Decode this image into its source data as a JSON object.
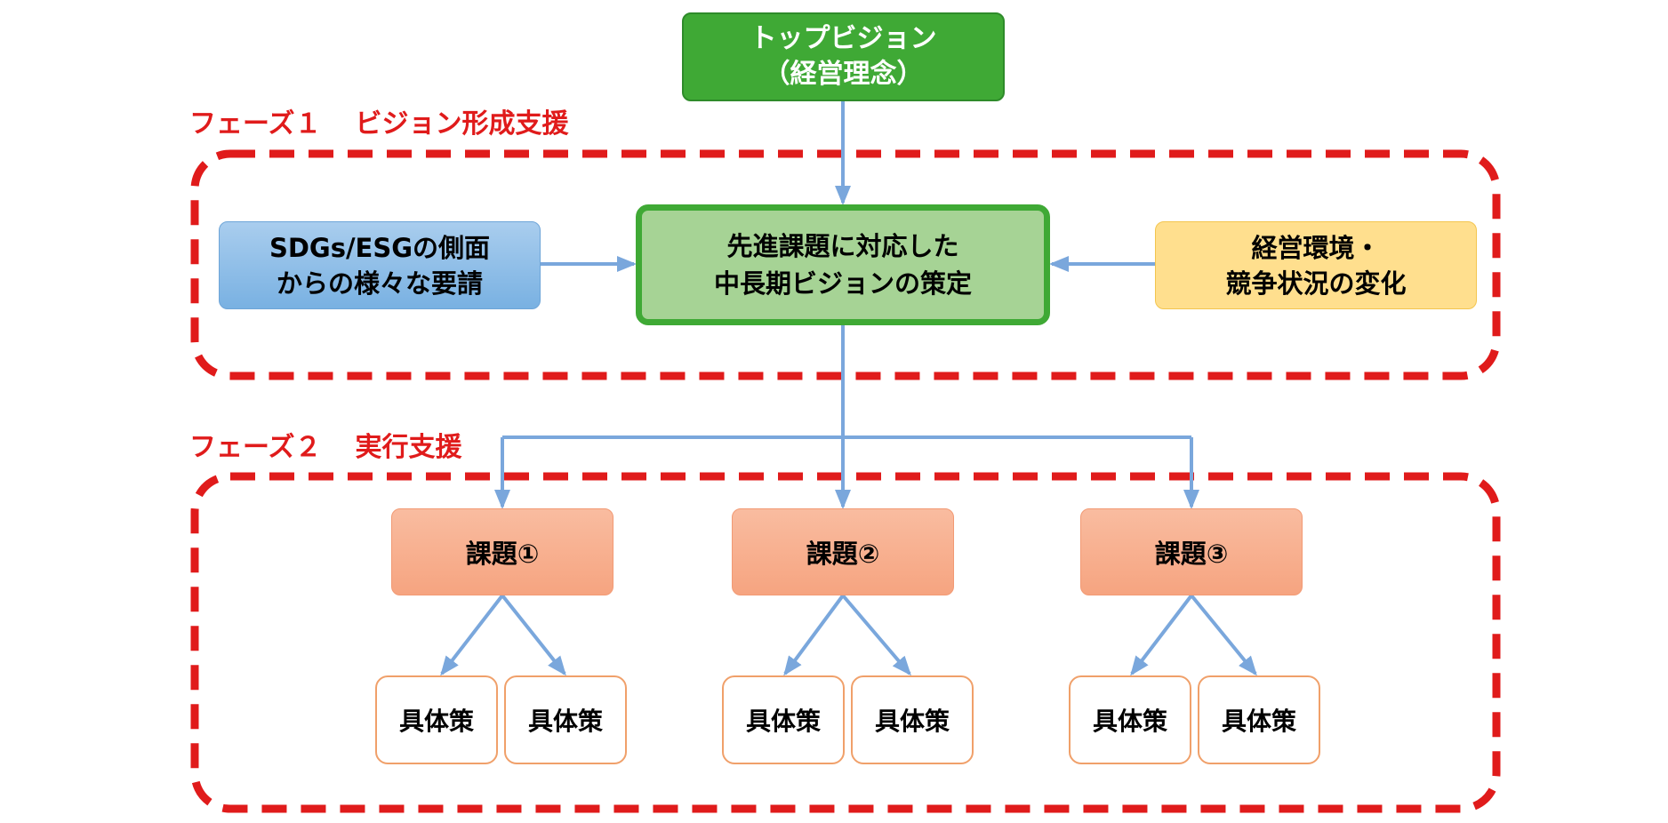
{
  "top_vision": {
    "line1": "トップビジョン",
    "line2": "（経営理念）"
  },
  "phase1": {
    "number": "フェーズ１",
    "title": "ビジョン形成支援"
  },
  "phase2": {
    "number": "フェーズ２",
    "title": "実行支援"
  },
  "sdgs": {
    "line1": "SDGs/ESGの側面",
    "line2": "からの様々な要請"
  },
  "vision_plan": {
    "line1": "先進課題に対応した",
    "line2": "中長期ビジョンの策定"
  },
  "environment": {
    "line1": "経営環境・",
    "line2": "競争状況の変化"
  },
  "issues": [
    "課題①",
    "課題②",
    "課題③"
  ],
  "measure_label": "具体策",
  "colors": {
    "phase_border": "#e01b1b",
    "arrow": "#7aa7dc",
    "top_box": "#3fa935",
    "vision_box": "#a6d395",
    "sdgs_box": "#79b1e2",
    "environment_box": "#ffdf8e",
    "issue_box": "#f6a480",
    "measure_border": "#f0a06a"
  }
}
